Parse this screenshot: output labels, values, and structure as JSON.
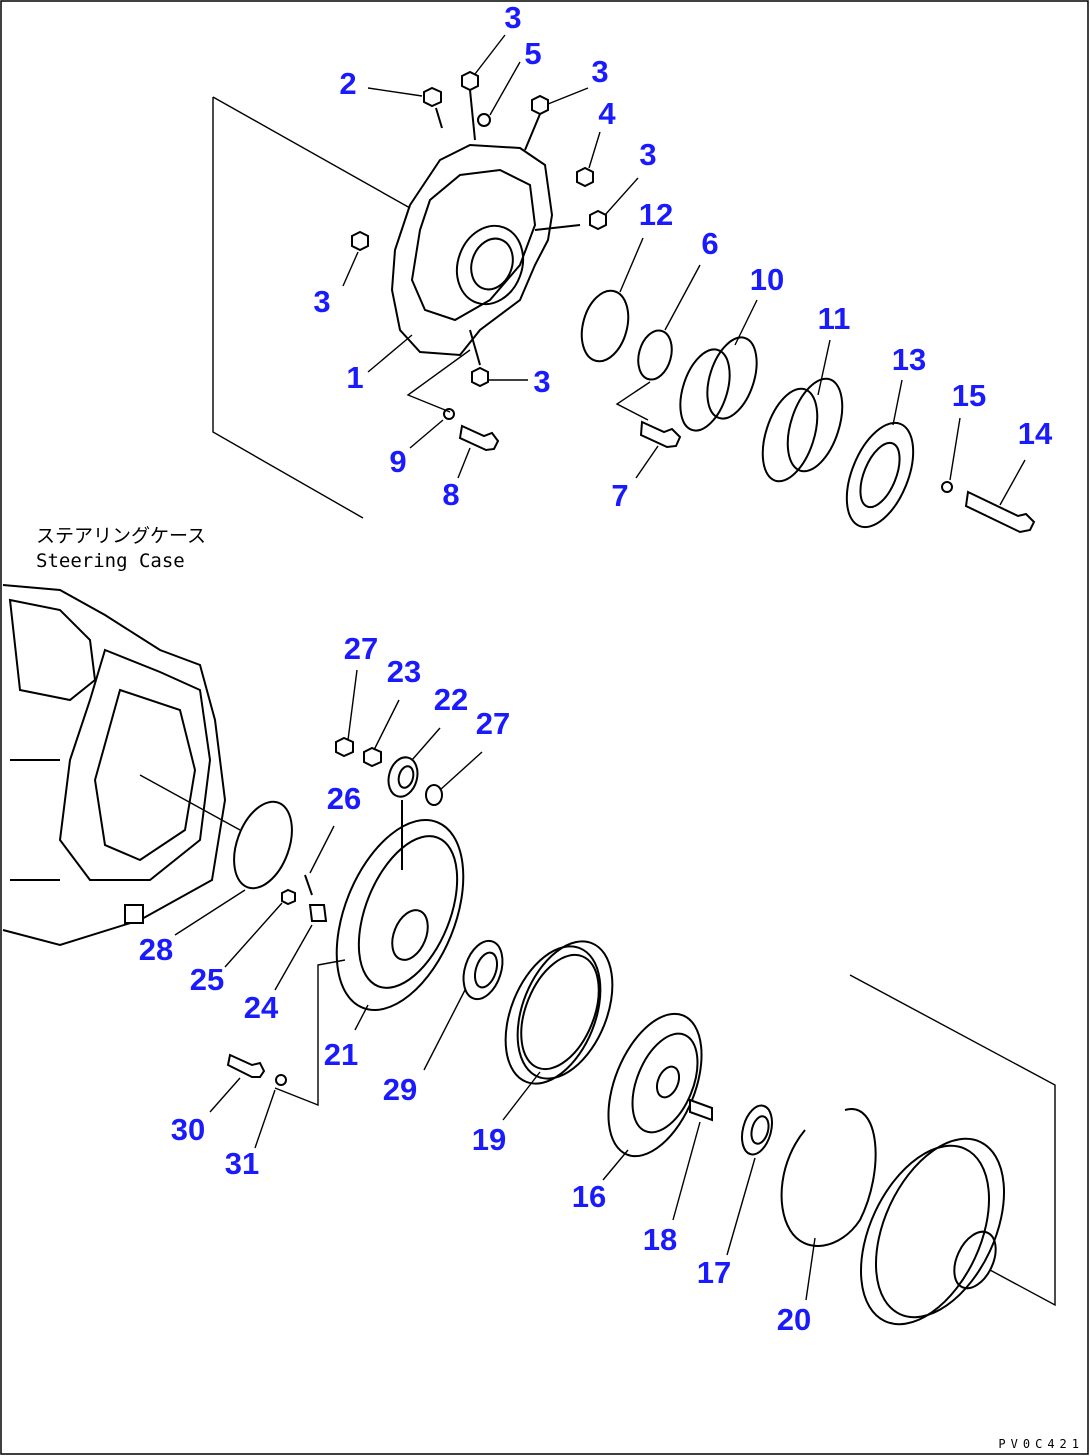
{
  "caption": {
    "japanese": "ステアリングケース",
    "english": "Steering Case"
  },
  "drawing_code": "PV0C421",
  "label_color": "#1a1aff",
  "callouts": [
    {
      "id": "c3a",
      "text": "3"
    },
    {
      "id": "c5",
      "text": "5"
    },
    {
      "id": "c2",
      "text": "2"
    },
    {
      "id": "c3b",
      "text": "3"
    },
    {
      "id": "c4",
      "text": "4"
    },
    {
      "id": "c3c",
      "text": "3"
    },
    {
      "id": "c12",
      "text": "12"
    },
    {
      "id": "c6",
      "text": "6"
    },
    {
      "id": "c10",
      "text": "10"
    },
    {
      "id": "c11",
      "text": "11"
    },
    {
      "id": "c3d",
      "text": "3"
    },
    {
      "id": "c13",
      "text": "13"
    },
    {
      "id": "c15",
      "text": "15"
    },
    {
      "id": "c14",
      "text": "14"
    },
    {
      "id": "c1",
      "text": "1"
    },
    {
      "id": "c3e",
      "text": "3"
    },
    {
      "id": "c9",
      "text": "9"
    },
    {
      "id": "c8",
      "text": "8"
    },
    {
      "id": "c7",
      "text": "7"
    },
    {
      "id": "c27a",
      "text": "27"
    },
    {
      "id": "c23",
      "text": "23"
    },
    {
      "id": "c22",
      "text": "22"
    },
    {
      "id": "c27b",
      "text": "27"
    },
    {
      "id": "c26",
      "text": "26"
    },
    {
      "id": "c28",
      "text": "28"
    },
    {
      "id": "c25",
      "text": "25"
    },
    {
      "id": "c24",
      "text": "24"
    },
    {
      "id": "c21",
      "text": "21"
    },
    {
      "id": "c29",
      "text": "29"
    },
    {
      "id": "c19",
      "text": "19"
    },
    {
      "id": "c30",
      "text": "30"
    },
    {
      "id": "c31",
      "text": "31"
    },
    {
      "id": "c16",
      "text": "16"
    },
    {
      "id": "c18",
      "text": "18"
    },
    {
      "id": "c17",
      "text": "17"
    },
    {
      "id": "c20",
      "text": "20"
    }
  ]
}
